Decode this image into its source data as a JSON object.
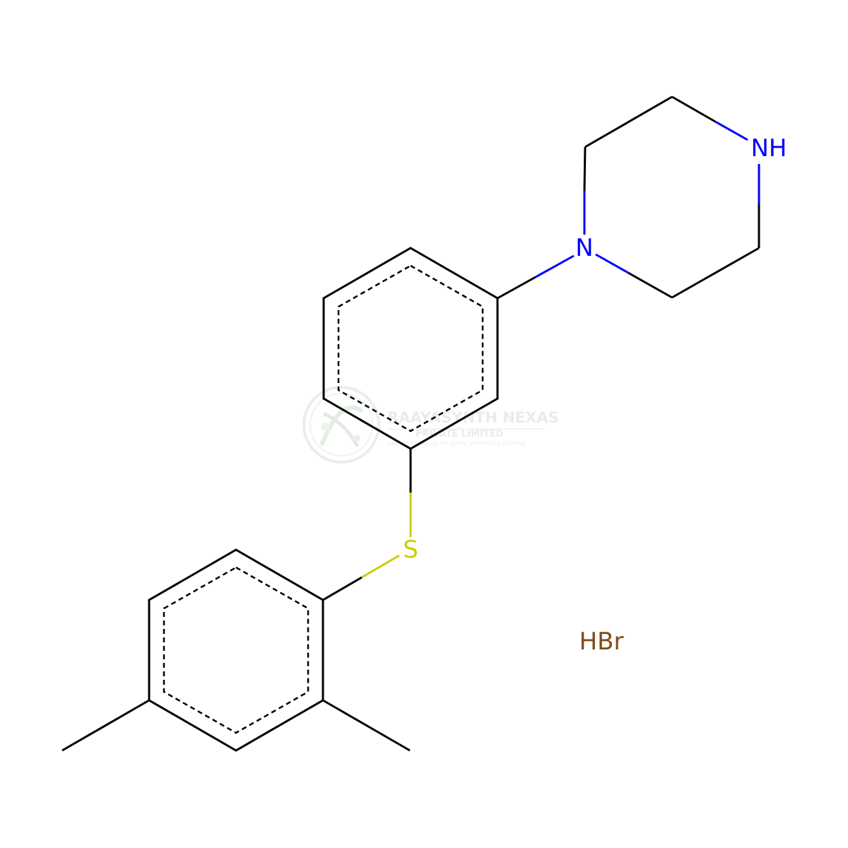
{
  "molecule": {
    "atoms": {
      "nh": {
        "label": "NH",
        "element": "N",
        "color": "#0000FF"
      },
      "n": {
        "label": "N",
        "element": "N",
        "color": "#0000FF"
      },
      "s": {
        "label": "S",
        "element": "S",
        "color": "#CCCC00"
      }
    },
    "salt": {
      "label": "HBr",
      "color": "#7F4C19"
    },
    "bond_color": "#000000"
  },
  "watermark": {
    "line1": "RAAYASYNTH NEXAS",
    "line2": "PRIVATE LIMITED",
    "tagline": "Lasting solutions for every molecule's journey",
    "color": "#e8e8e8"
  }
}
